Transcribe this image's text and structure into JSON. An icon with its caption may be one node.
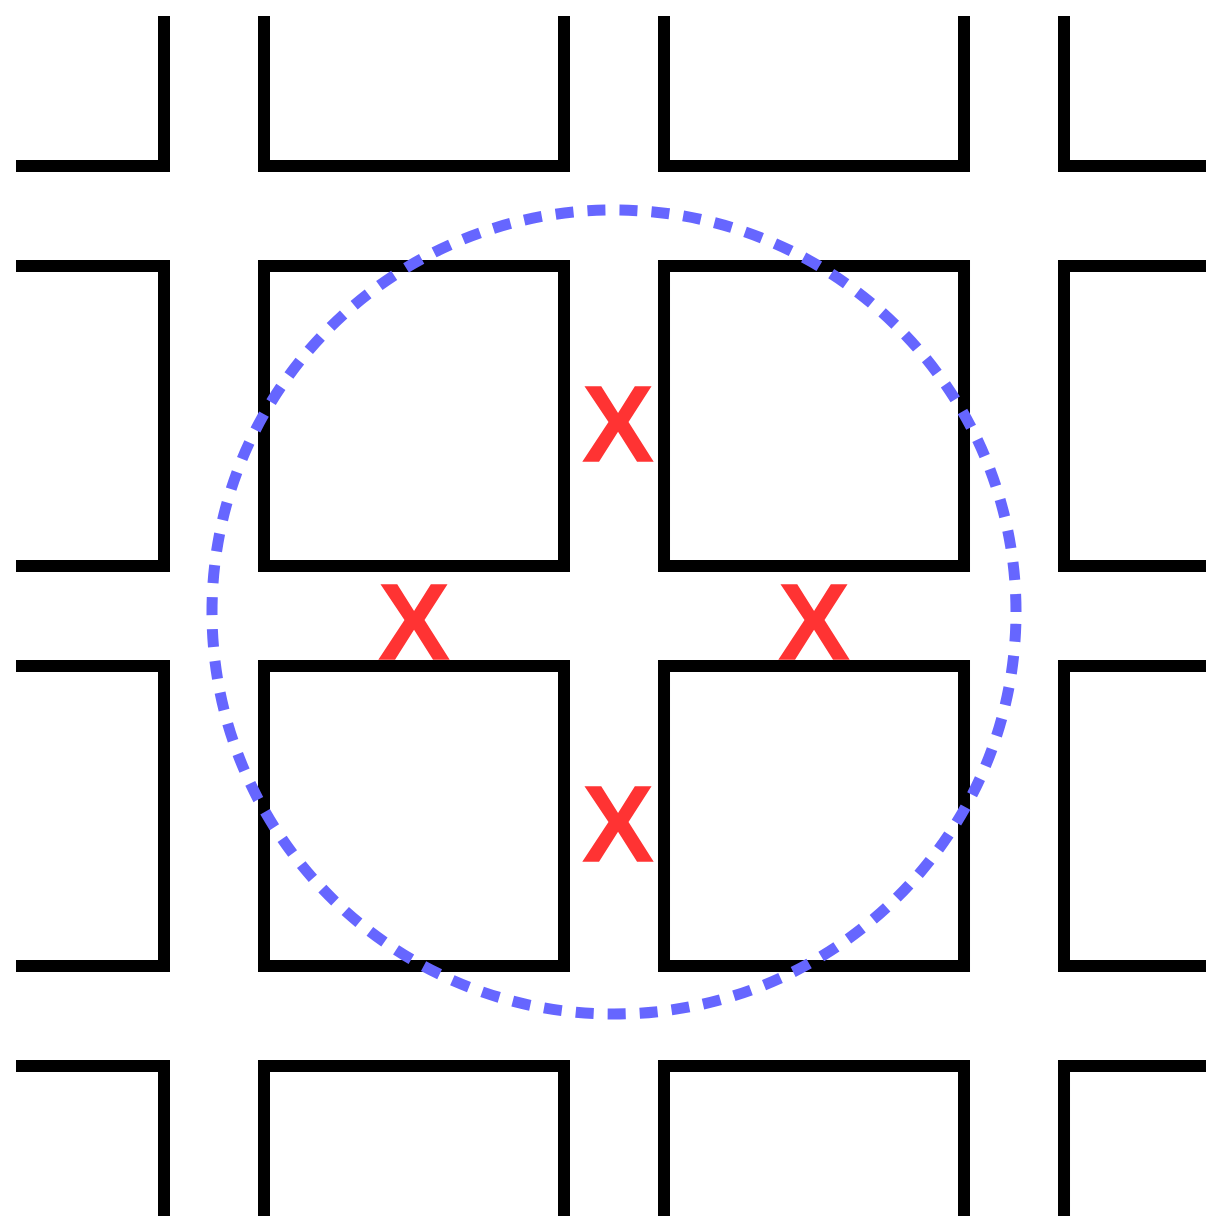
{
  "diagram": {
    "labels": [
      "X",
      "X",
      "X",
      "X"
    ]
  }
}
